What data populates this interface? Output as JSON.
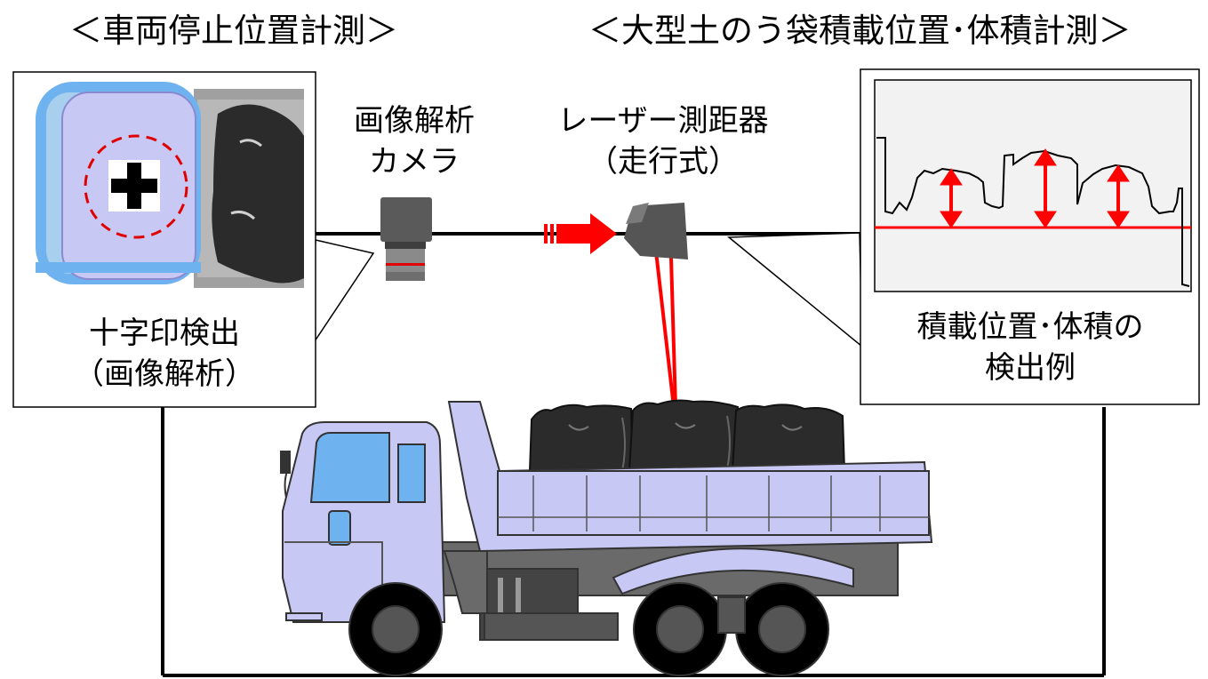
{
  "headings": {
    "left": "＜車両停止位置計測＞",
    "right": "＜大型土のう袋積載位置･体積計測＞"
  },
  "camera_label": [
    "画像解析",
    "カメラ"
  ],
  "laser_label": [
    "レーザー測距器",
    "（走行式）"
  ],
  "left_callout_caption": [
    "十字印検出",
    "（画像解析）"
  ],
  "right_callout_caption": [
    "積載位置･体積の",
    "検出例"
  ],
  "colors": {
    "truck_body": "#c8c8f4",
    "laser": "#ff0000",
    "window": "#6fb2f0",
    "sandbag": "#2b2b2b",
    "device": "#5a5a5a"
  }
}
